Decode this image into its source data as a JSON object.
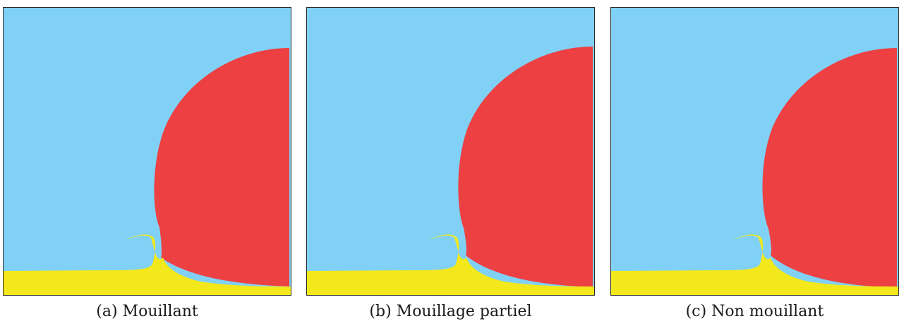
{
  "colors": {
    "gas": "#80d1f5",
    "drop": "#ec4043",
    "liquid": "#f3e81b",
    "frame": "#2a2a2a"
  },
  "panels": [
    {
      "caption": "(a) Mouillant"
    },
    {
      "caption": "(b) Mouillage partiel"
    },
    {
      "caption": "(c) Non mouillant"
    }
  ]
}
